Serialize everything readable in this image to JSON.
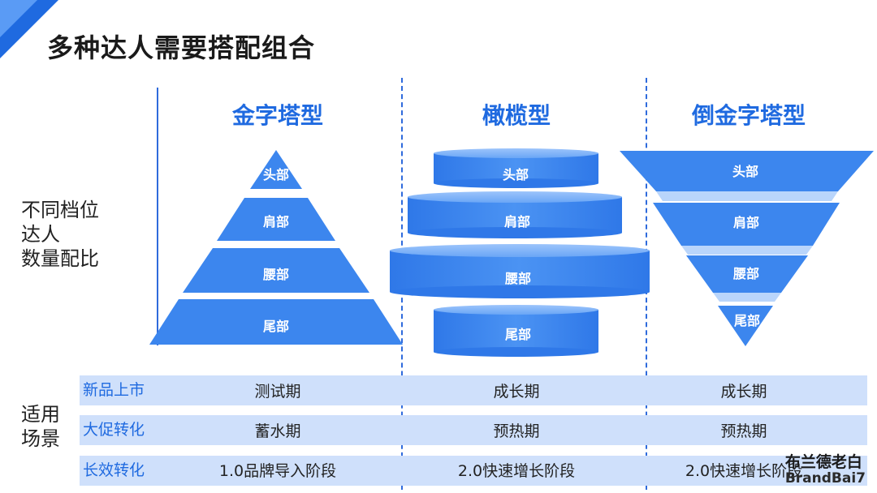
{
  "title": "多种达人需要搭配组合",
  "row_header_top": [
    "不同档位",
    "达人",
    "数量配比"
  ],
  "row_header_bottom": [
    "适用",
    "场景"
  ],
  "columns": [
    {
      "title": "金字塔型",
      "segments": [
        "头部",
        "肩部",
        "腰部",
        "尾部"
      ]
    },
    {
      "title": "橄榄型",
      "segments": [
        "头部",
        "肩部",
        "腰部",
        "尾部"
      ]
    },
    {
      "title": "倒金字塔型",
      "segments": [
        "头部",
        "肩部",
        "腰部",
        "尾部"
      ]
    }
  ],
  "scenarios": [
    {
      "label": "新品上市",
      "values": [
        "测试期",
        "成长期",
        "成长期"
      ]
    },
    {
      "label": "大促转化",
      "values": [
        "蓄水期",
        "预热期",
        "预热期"
      ]
    },
    {
      "label": "长效转化",
      "values": [
        "1.0品牌导入阶段",
        "2.0快速增长阶段",
        "2.0快速增长阶段"
      ]
    }
  ],
  "watermark": {
    "line1": "布兰德老白",
    "line2": "BrandBai7"
  },
  "colors": {
    "accent": "#1f6ae0",
    "segment_fill": "#3c86ee",
    "row_bg": "#cfe0fb"
  }
}
